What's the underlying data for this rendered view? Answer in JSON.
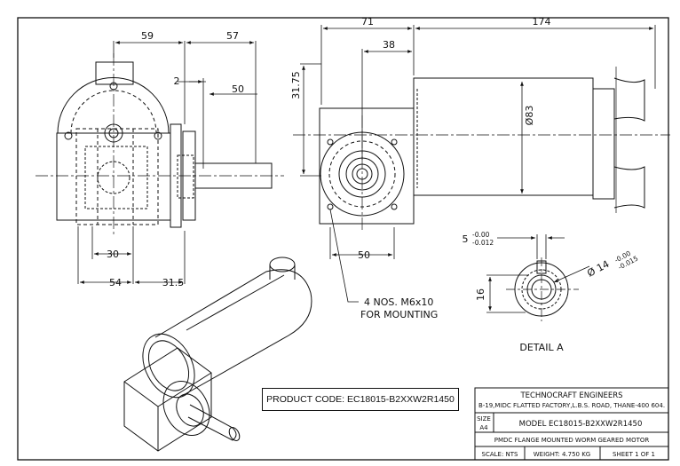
{
  "dimensions": {
    "front_top_59": "59",
    "front_top_57": "57",
    "front_2": "2",
    "front_50": "50",
    "front_30": "30",
    "front_54": "54",
    "front_31_5": "31.5",
    "side_71": "71",
    "side_174": "174",
    "side_38": "38",
    "side_31_75": "31.75",
    "side_dia_83": "Ø83",
    "side_50": "50",
    "detail_5": "5",
    "detail_5_upper": "-0.00",
    "detail_5_lower": "-0.012",
    "detail_16": "16",
    "detail_dia_14": "Ø 14",
    "detail_14_upper": "-0.00",
    "detail_14_lower": "-0.015"
  },
  "annotations": {
    "mounting_line1": "4 NOS. M6x10",
    "mounting_line2": "FOR MOUNTING",
    "detail_label": "DETAIL A"
  },
  "product_code": "PRODUCT CODE: EC18015-B2XXW2R1450",
  "title_block": {
    "company": "TECHNOCRAFT ENGINEERS",
    "address": "B-19,MIDC FLATTED FACTORY,L.B.S. ROAD, THANE-400 604.",
    "size_label": "SIZE",
    "size_value": "A4",
    "model": "MODEL EC18015-B2XXW2R1450",
    "description": "PMDC FLANGE MOUNTED WORM GEARED MOTOR",
    "scale": "SCALE: NTS",
    "weight": "WEIGHT: 4.750 KG",
    "sheet": "SHEET 1 OF 1"
  }
}
